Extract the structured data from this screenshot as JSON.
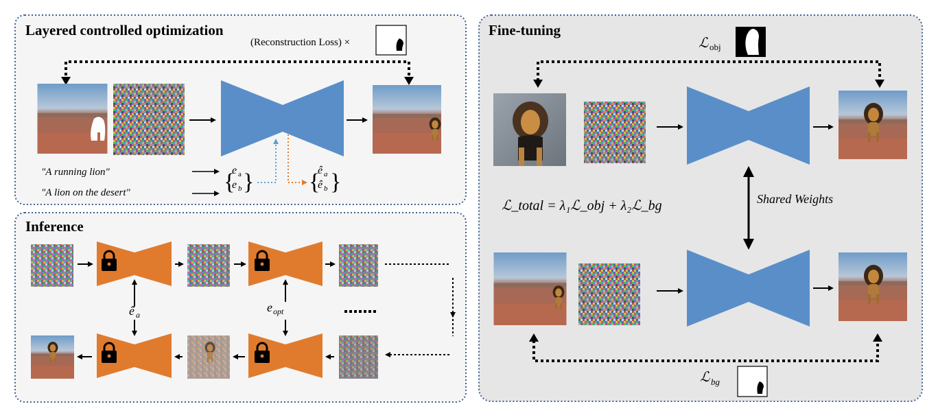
{
  "panels": {
    "layered": {
      "title": "Layered controlled optimization",
      "loss_label": "(Reconstruction Loss) ×",
      "prompt_a": "\"A running lion\"",
      "prompt_b": "\"A lion on the desert\"",
      "emb_a": "e",
      "emb_a_sub": "a",
      "emb_b": "e",
      "emb_b_sub": "b",
      "emb_hat_a": "ê",
      "emb_hat_a_sub": "a",
      "emb_hat_b": "ê",
      "emb_hat_b_sub": "b"
    },
    "inference": {
      "title": "Inference",
      "ea_label": "ê",
      "ea_sub": "a",
      "eopt_label": "e",
      "eopt_sub": "opt"
    },
    "finetune": {
      "title": "Fine-tuning",
      "l_obj": "ℒ",
      "l_obj_sub": "obj",
      "l_bg": "ℒ",
      "l_bg_sub": "bg",
      "shared_weights": "Shared Weights",
      "total_loss": "ℒ_total = λ₁ℒ_obj + λ₂ℒ_bg"
    }
  },
  "colors": {
    "panel_border": "#3b5f8f",
    "panel_bg_left": "#f5f5f5",
    "panel_bg_right": "#e6e6e6",
    "unet_blue": "#5a8ec9",
    "unet_orange": "#e07b2e",
    "dotted_blue": "#5a9fd6",
    "dotted_orange": "#e07b2e",
    "sky": "#7fa3c8",
    "desert": "#a8624a"
  },
  "icons": {
    "lock": "lock-icon",
    "mask": "silhouette-mask-icon",
    "noise": "noise-image",
    "lion_photo": "lion-photo"
  }
}
